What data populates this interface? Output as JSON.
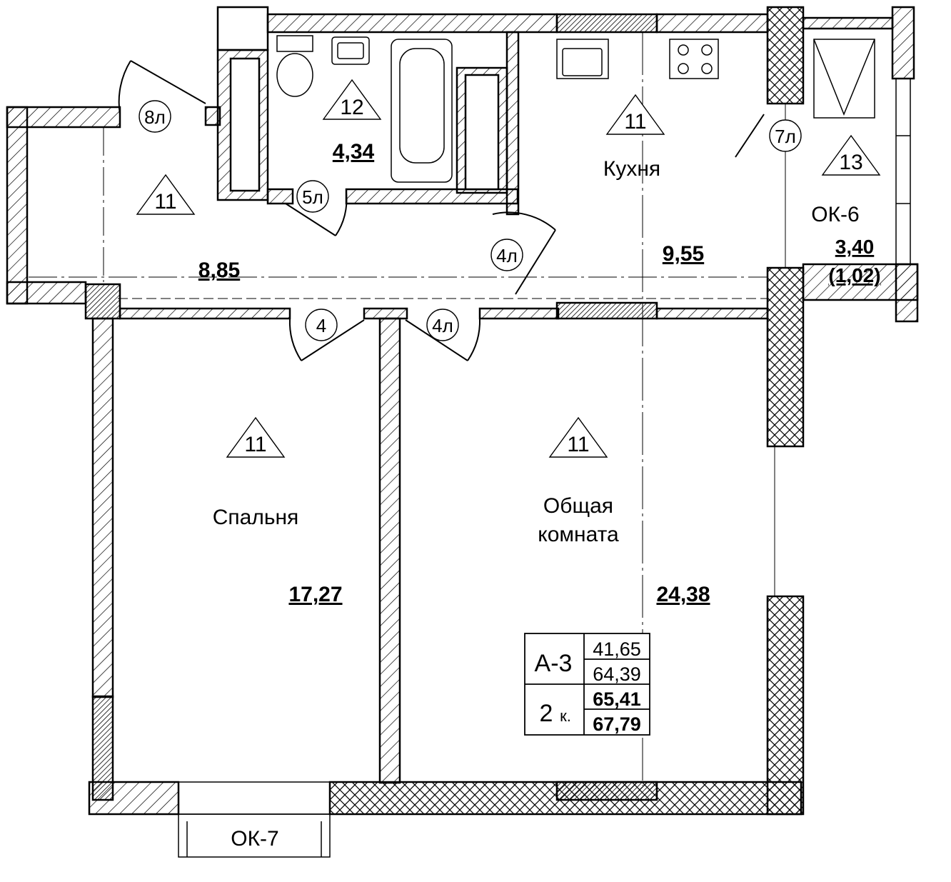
{
  "rooms": {
    "hall": {
      "area": "8,85",
      "finish_code": "11"
    },
    "bathroom": {
      "area": "4,34",
      "finish_code": "12"
    },
    "kitchen": {
      "name": "Кухня",
      "area": "9,55",
      "finish_code": "11"
    },
    "loggia": {
      "window": "ОК-6",
      "area": "3,40",
      "area_reduced": "(1,02)",
      "finish_code": "13"
    },
    "bedroom": {
      "name": "Спальня",
      "area": "17,27",
      "finish_code": "11"
    },
    "living": {
      "name_line1": "Общая",
      "name_line2": "комната",
      "area": "24,38",
      "finish_code": "11"
    }
  },
  "doors": {
    "entrance": "8л",
    "bathroom": "5л",
    "kitchen": "4л",
    "loggia": "7л",
    "bedroom": "4",
    "living": "4л"
  },
  "windows": {
    "bottom": "ОК-7"
  },
  "apartment": {
    "type": "А-3",
    "rooms": "2",
    "rooms_suffix": "к.",
    "area_living": "41,65",
    "area_total_no_loggia": "64,39",
    "area_total": "65,41",
    "area_total_with_loggia": "67,79"
  }
}
